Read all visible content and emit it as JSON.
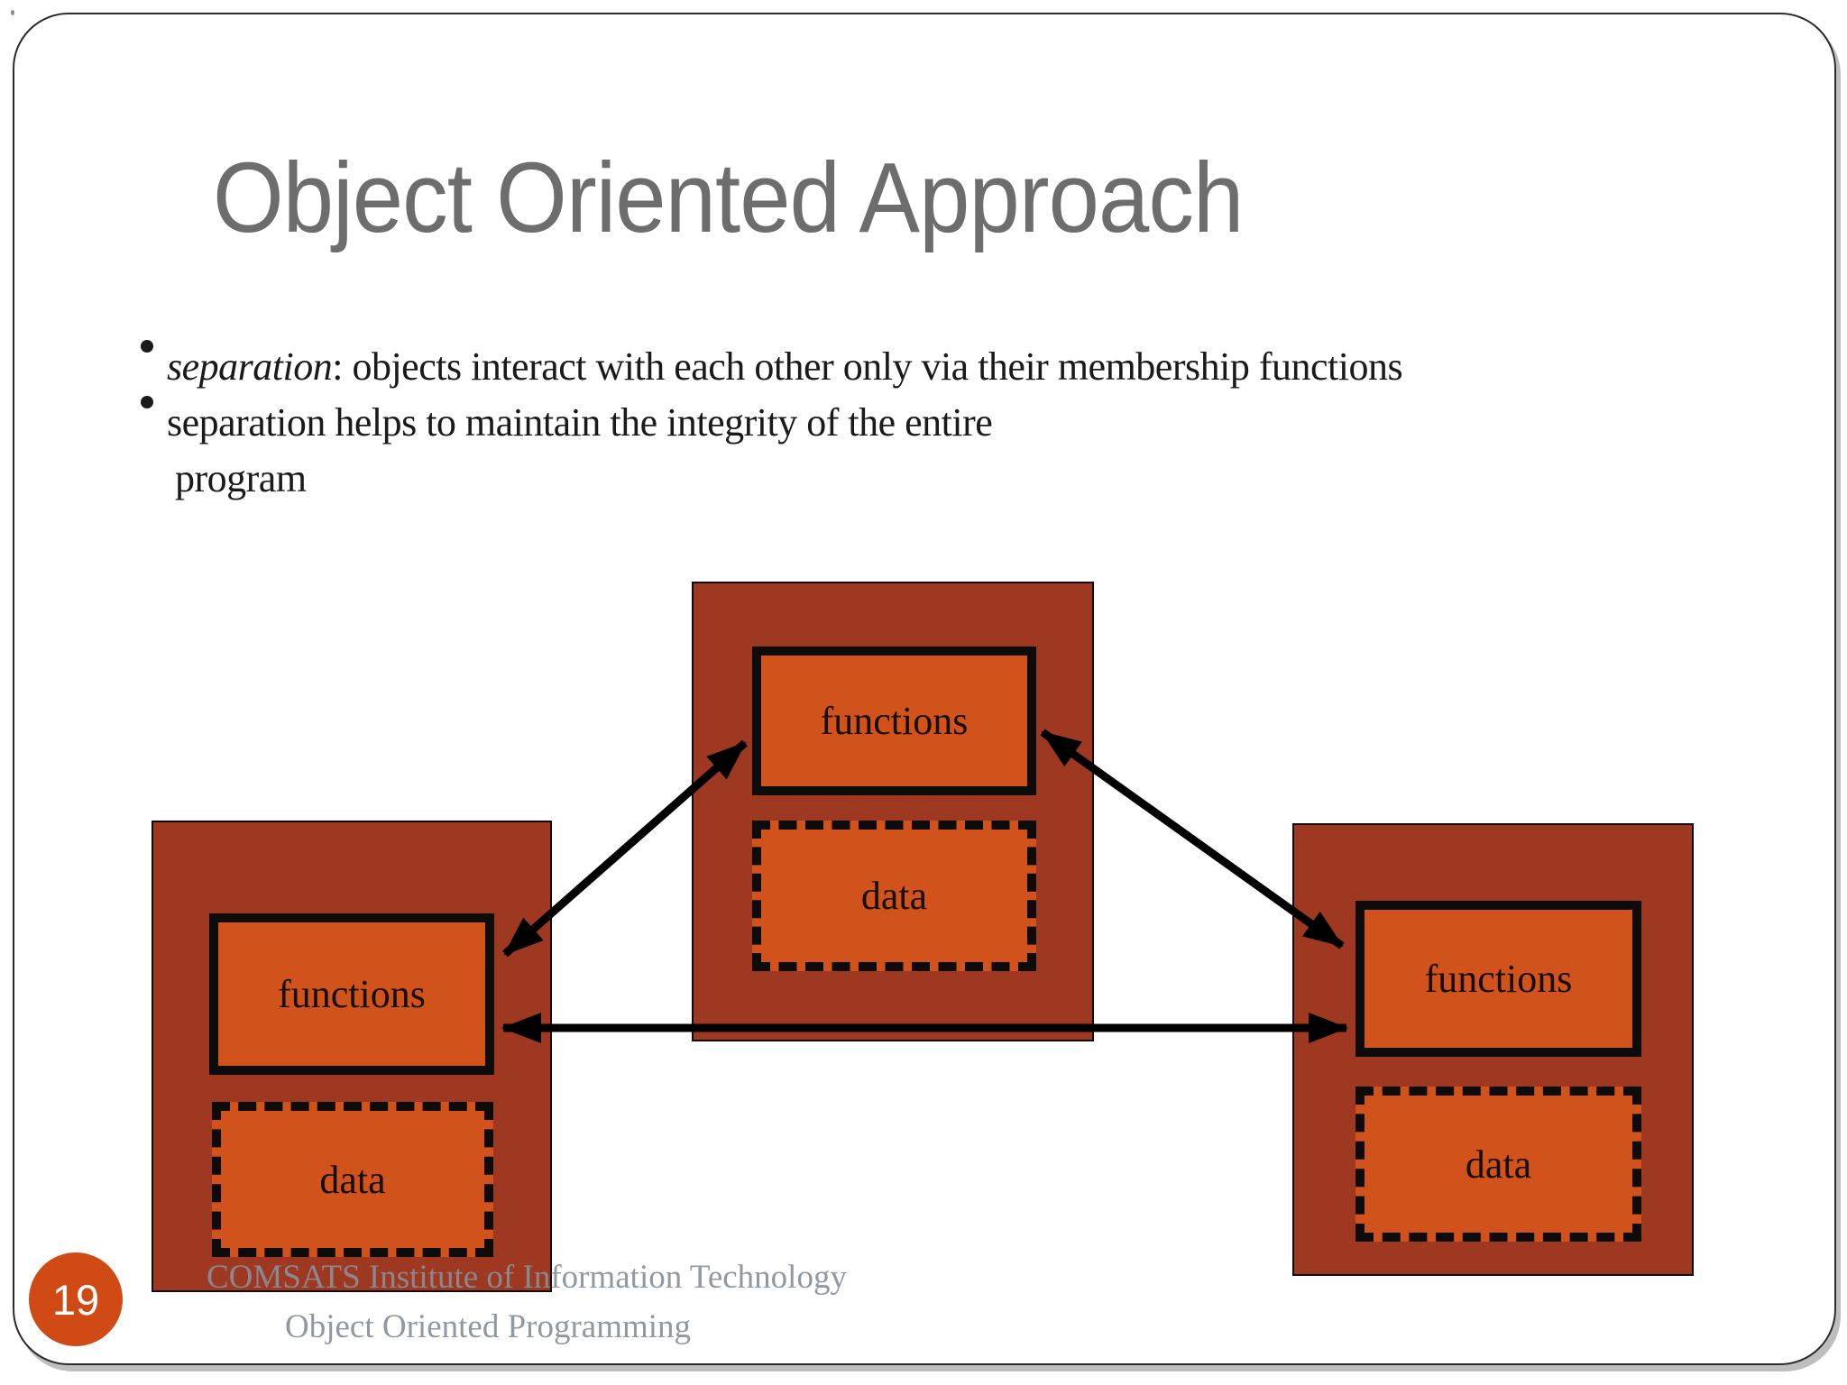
{
  "slide": {
    "title": "Object Oriented Approach",
    "page_number": "19",
    "bullets": [
      {
        "segments": [
          {
            "text": "separation",
            "style": "italic"
          },
          {
            "text": ": objects interact with each other only via their membership functions",
            "style": "regular"
          }
        ]
      },
      {
        "text": "separation helps to maintain the integrity of the entire"
      },
      {
        "text": "program"
      }
    ],
    "footer": {
      "line1": "COMSATS Institute of Information Technology",
      "line2": "Object Oriented Programming"
    }
  },
  "diagram": {
    "description": "Three object blocks, each containing a solid-bordered functions box and a dashed-bordered data box; double-headed arrows connect the functions boxes of all three objects.",
    "objects": [
      {
        "position": "left",
        "functions_label": "functions",
        "data_label": "data"
      },
      {
        "position": "center",
        "functions_label": "functions",
        "data_label": "data"
      },
      {
        "position": "right",
        "functions_label": "functions",
        "data_label": "data"
      }
    ],
    "connections": [
      {
        "from": "left.functions",
        "to": "center.functions",
        "type": "double-arrow"
      },
      {
        "from": "center.functions",
        "to": "right.functions",
        "type": "double-arrow"
      },
      {
        "from": "left.functions",
        "to": "right.functions",
        "type": "double-arrow"
      }
    ]
  },
  "colors": {
    "background": "#FFFFFF",
    "slide_border": "#2B2B2B",
    "title_text": "#6D6D6D",
    "body_text": "#1A1A1A",
    "object_fill": "#9F3820",
    "inner_fill": "#D1521A",
    "box_outline": "#0E0C0A",
    "arrow": "#000000",
    "footer_text": "#87909A",
    "page_circle": "#D04A16",
    "page_number_text": "#FFFFFF"
  }
}
